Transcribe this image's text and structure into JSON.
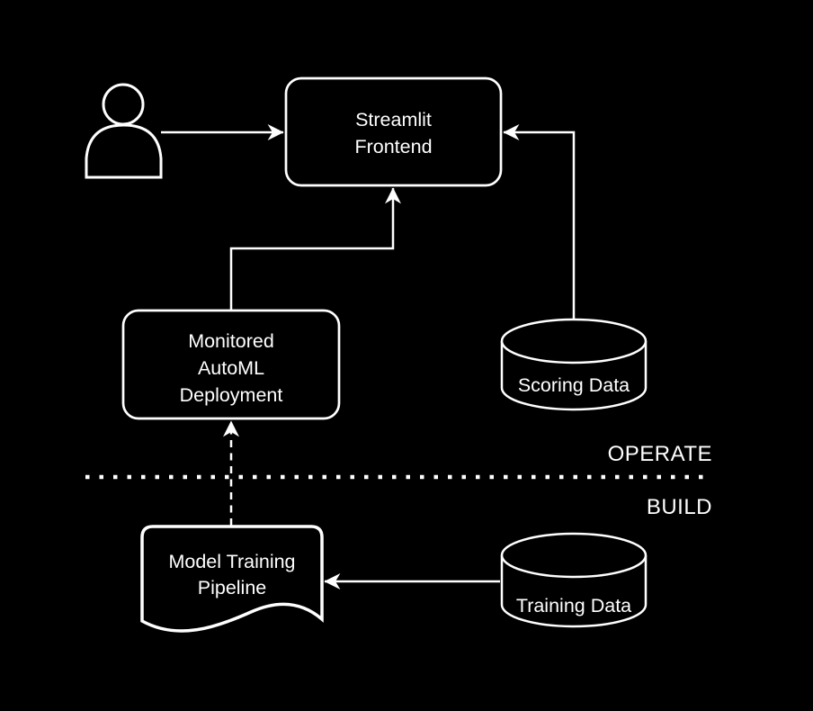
{
  "colors": {
    "background": "#000000",
    "foreground": "#ffffff"
  },
  "zones": {
    "operate_label": "OPERATE",
    "build_label": "BUILD",
    "divider_style": "dotted"
  },
  "nodes": {
    "user": {
      "type": "person-icon",
      "label": ""
    },
    "streamlit_frontend": {
      "type": "rounded-rect",
      "label": "Streamlit Frontend",
      "line1": "Streamlit",
      "line2": "Frontend"
    },
    "monitored_automl": {
      "type": "rounded-rect",
      "label": "Monitored AutoML Deployment",
      "line1": "Monitored",
      "line2": "AutoML",
      "line3": "Deployment"
    },
    "scoring_data": {
      "type": "database-cylinder",
      "label": "Scoring Data"
    },
    "model_training_pipeline": {
      "type": "document",
      "label": "Model Training Pipeline",
      "line1": "Model Training",
      "line2": "Pipeline"
    },
    "training_data": {
      "type": "database-cylinder",
      "label": "Training Data"
    }
  },
  "edges": [
    {
      "from": "user",
      "to": "streamlit_frontend",
      "style": "solid-arrow"
    },
    {
      "from": "scoring_data",
      "to": "streamlit_frontend",
      "style": "solid-arrow"
    },
    {
      "from": "monitored_automl",
      "to": "streamlit_frontend",
      "style": "solid-arrow"
    },
    {
      "from": "training_data",
      "to": "model_training_pipeline",
      "style": "solid-arrow"
    },
    {
      "from": "model_training_pipeline",
      "to": "monitored_automl",
      "style": "dashed-arrow"
    }
  ]
}
